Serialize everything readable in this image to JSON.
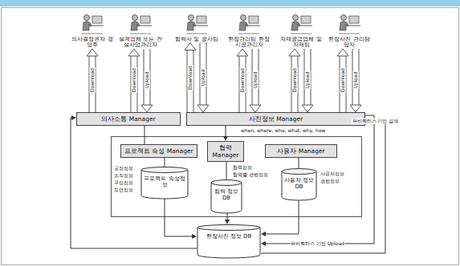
{
  "diagram": {
    "nodes": [
      {
        "text": [
          "의사결정권자 경영주"
        ]
      },
      {
        "text": [
          "설계업체 또는 건설사업관리자"
        ]
      },
      {
        "text": [
          "협력사 및 공사팀"
        ]
      },
      {
        "text": [
          "현장관리팀 현장시공관리자"
        ]
      },
      {
        "text": [
          "자재공급업체 및 자재팀"
        ]
      },
      {
        "text": [
          "현장사진 관리담당자"
        ]
      },
      {
        "text": [
          "의사소통 Manager"
        ]
      },
      {
        "text": [
          "사진정보 Manager"
        ]
      },
      {
        "text": [
          "프로젝트 속성 Manager"
        ]
      },
      {
        "text": [
          "협력 Manager"
        ]
      },
      {
        "text": [
          "사용자 Manager"
        ]
      },
      {
        "text": [
          "프로젝트 속성정보"
        ]
      },
      {
        "text": [
          "협력 정보 DB"
        ]
      },
      {
        "text": [
          "사용자 정보 DB"
        ]
      },
      {
        "text": [
          "현장사진 정보 DB"
        ]
      }
    ],
    "edges": [
      {
        "from": 6,
        "to": 0,
        "arrow": "to",
        "label": "Download"
      },
      {
        "from": 6,
        "to": 1,
        "arrow": "to",
        "label": "Download"
      },
      {
        "from": 1,
        "to": 6,
        "arrow": "to",
        "label": "Upload"
      },
      {
        "from": 7,
        "to": 2,
        "arrow": "to",
        "label": "Download"
      },
      {
        "from": 2,
        "to": 7,
        "arrow": "to",
        "label": "Upload"
      },
      {
        "from": 7,
        "to": 3,
        "arrow": "to",
        "label": "Download"
      },
      {
        "from": 3,
        "to": 7,
        "arrow": "to",
        "label": "Upload"
      },
      {
        "from": 7,
        "to": 4,
        "arrow": "to",
        "label": "Download"
      },
      {
        "from": 4,
        "to": 7,
        "arrow": "to",
        "label": "Upload"
      },
      {
        "from": 7,
        "to": 5,
        "arrow": "to",
        "label": "Download"
      },
      {
        "from": 5,
        "to": 7,
        "arrow": "to",
        "label": "Upload"
      },
      {
        "from": 6,
        "to": 8,
        "arrow": "none"
      },
      {
        "from": 7,
        "to": 9,
        "arrow": "to"
      },
      {
        "from": 8,
        "to": 11,
        "arrow": "none"
      },
      {
        "from": 9,
        "to": 12,
        "arrow": "none"
      },
      {
        "from": 10,
        "to": 13,
        "arrow": "none"
      },
      {
        "from": 11,
        "to": 14,
        "arrow": "to"
      },
      {
        "from": 12,
        "to": 14,
        "arrow": "to"
      },
      {
        "from": 13,
        "to": 14,
        "arrow": "to"
      },
      {
        "from": 14,
        "to": 6,
        "arrow": "to"
      },
      {
        "from": 7,
        "to": 14,
        "arrow": "to",
        "label": "유비쿼터스 기반 Upload"
      },
      {
        "from": 14,
        "to": 7,
        "arrow": "to",
        "label": "유비쿼터스 기반 검색"
      }
    ],
    "labels": [
      "when, where, who, what, why, how",
      "공정정보",
      "조직정보",
      "구성정보",
      "도면정보",
      "협력정보",
      "협력별 관련정보",
      "사용자정보",
      "권한정보"
    ]
  }
}
